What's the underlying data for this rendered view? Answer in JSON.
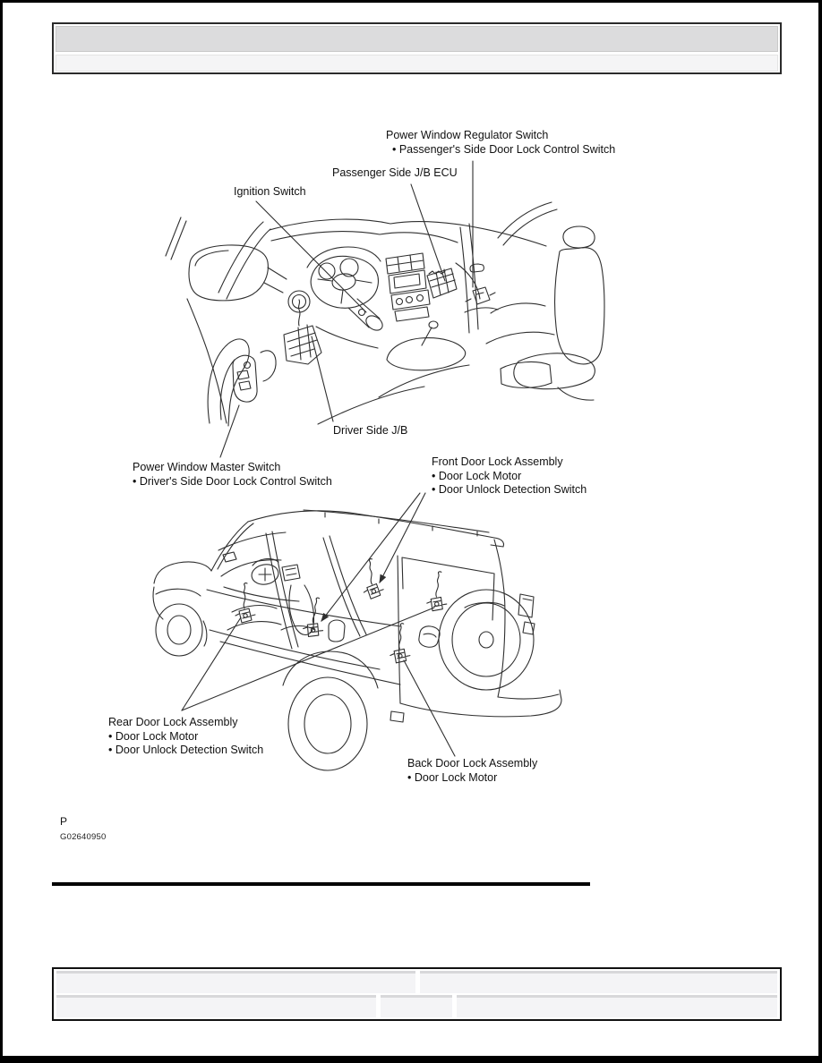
{
  "callouts": {
    "power_window_regulator_switch": {
      "l1": "Power Window Regulator Switch",
      "l2": "• Passenger's Side Door Lock Control Switch"
    },
    "passenger_side_jb_ecu": {
      "l1": "Passenger Side J/B ECU"
    },
    "ignition_switch": {
      "l1": "Ignition Switch"
    },
    "driver_side_jb": {
      "l1": "Driver Side J/B"
    },
    "power_window_master_switch": {
      "l1": "Power Window Master Switch",
      "l2": "• Driver's Side Door Lock Control Switch"
    },
    "front_door_lock_assembly": {
      "l1": "Front Door Lock Assembly",
      "l2": "• Door Lock Motor",
      "l3": "• Door Unlock Detection Switch"
    },
    "rear_door_lock_assembly": {
      "l1": "Rear Door Lock Assembly",
      "l2": "• Door Lock Motor",
      "l3": "• Door Unlock Detection Switch"
    },
    "back_door_lock_assembly": {
      "l1": "Back Door Lock Assembly",
      "l2": "• Door Lock Motor"
    }
  },
  "footer": {
    "page_marker": "P",
    "figure_code": "G02640950"
  },
  "colors": {
    "page_border": "#000000",
    "line_art": "#2f2f2f",
    "header_bar_dark": "#dcdcdd",
    "header_bar_light": "#f5f5f6",
    "table_cell_bg": "#f4f4f6",
    "table_cell_top_edge": "#d8d8da",
    "text": "#111111"
  }
}
